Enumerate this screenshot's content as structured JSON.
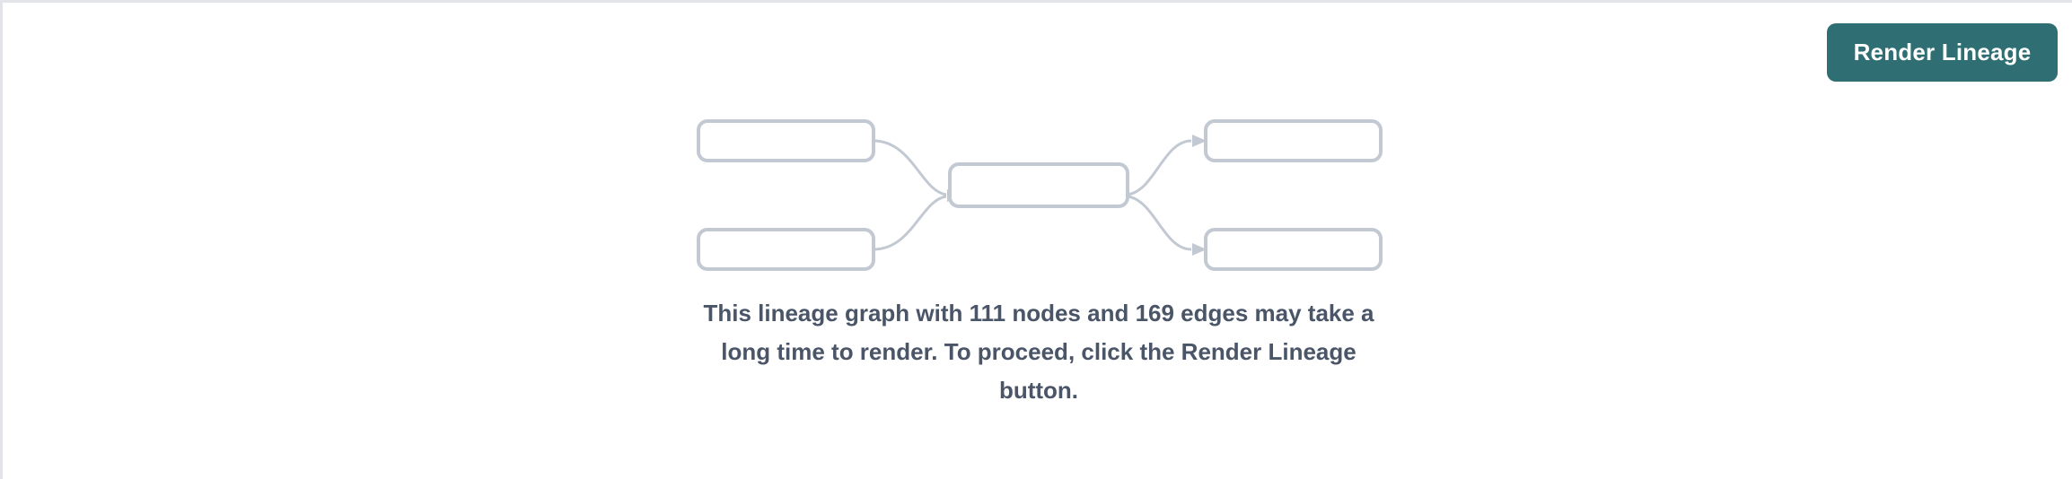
{
  "page": {
    "background_color": "#ffffff",
    "border_color": "#e2e4e9"
  },
  "toolbar": {
    "render_lineage_label": "Render Lineage",
    "accent_color": "#2f6e72",
    "text_color": "#ffffff"
  },
  "graph_placeholder": {
    "node_border_color": "#c3c9d2",
    "edge_color": "#c3c9d2",
    "nodes": [
      {
        "id": "upstream-1",
        "label": "",
        "column": "left",
        "row": 1
      },
      {
        "id": "upstream-2",
        "label": "",
        "column": "left",
        "row": 2
      },
      {
        "id": "focus",
        "label": "",
        "column": "center",
        "row": 1
      },
      {
        "id": "downstream-1",
        "label": "",
        "column": "right",
        "row": 1
      },
      {
        "id": "downstream-2",
        "label": "",
        "column": "right",
        "row": 2
      }
    ],
    "edges": [
      {
        "from": "upstream-1",
        "to": "focus"
      },
      {
        "from": "upstream-2",
        "to": "focus"
      },
      {
        "from": "focus",
        "to": "downstream-1"
      },
      {
        "from": "focus",
        "to": "downstream-2"
      }
    ]
  },
  "message": {
    "text": "This lineage graph with 111 nodes and 169 edges may take a long time to render. To proceed, click the Render Lineage button.",
    "node_count": 111,
    "edge_count": 169,
    "text_color": "#4a5568"
  }
}
